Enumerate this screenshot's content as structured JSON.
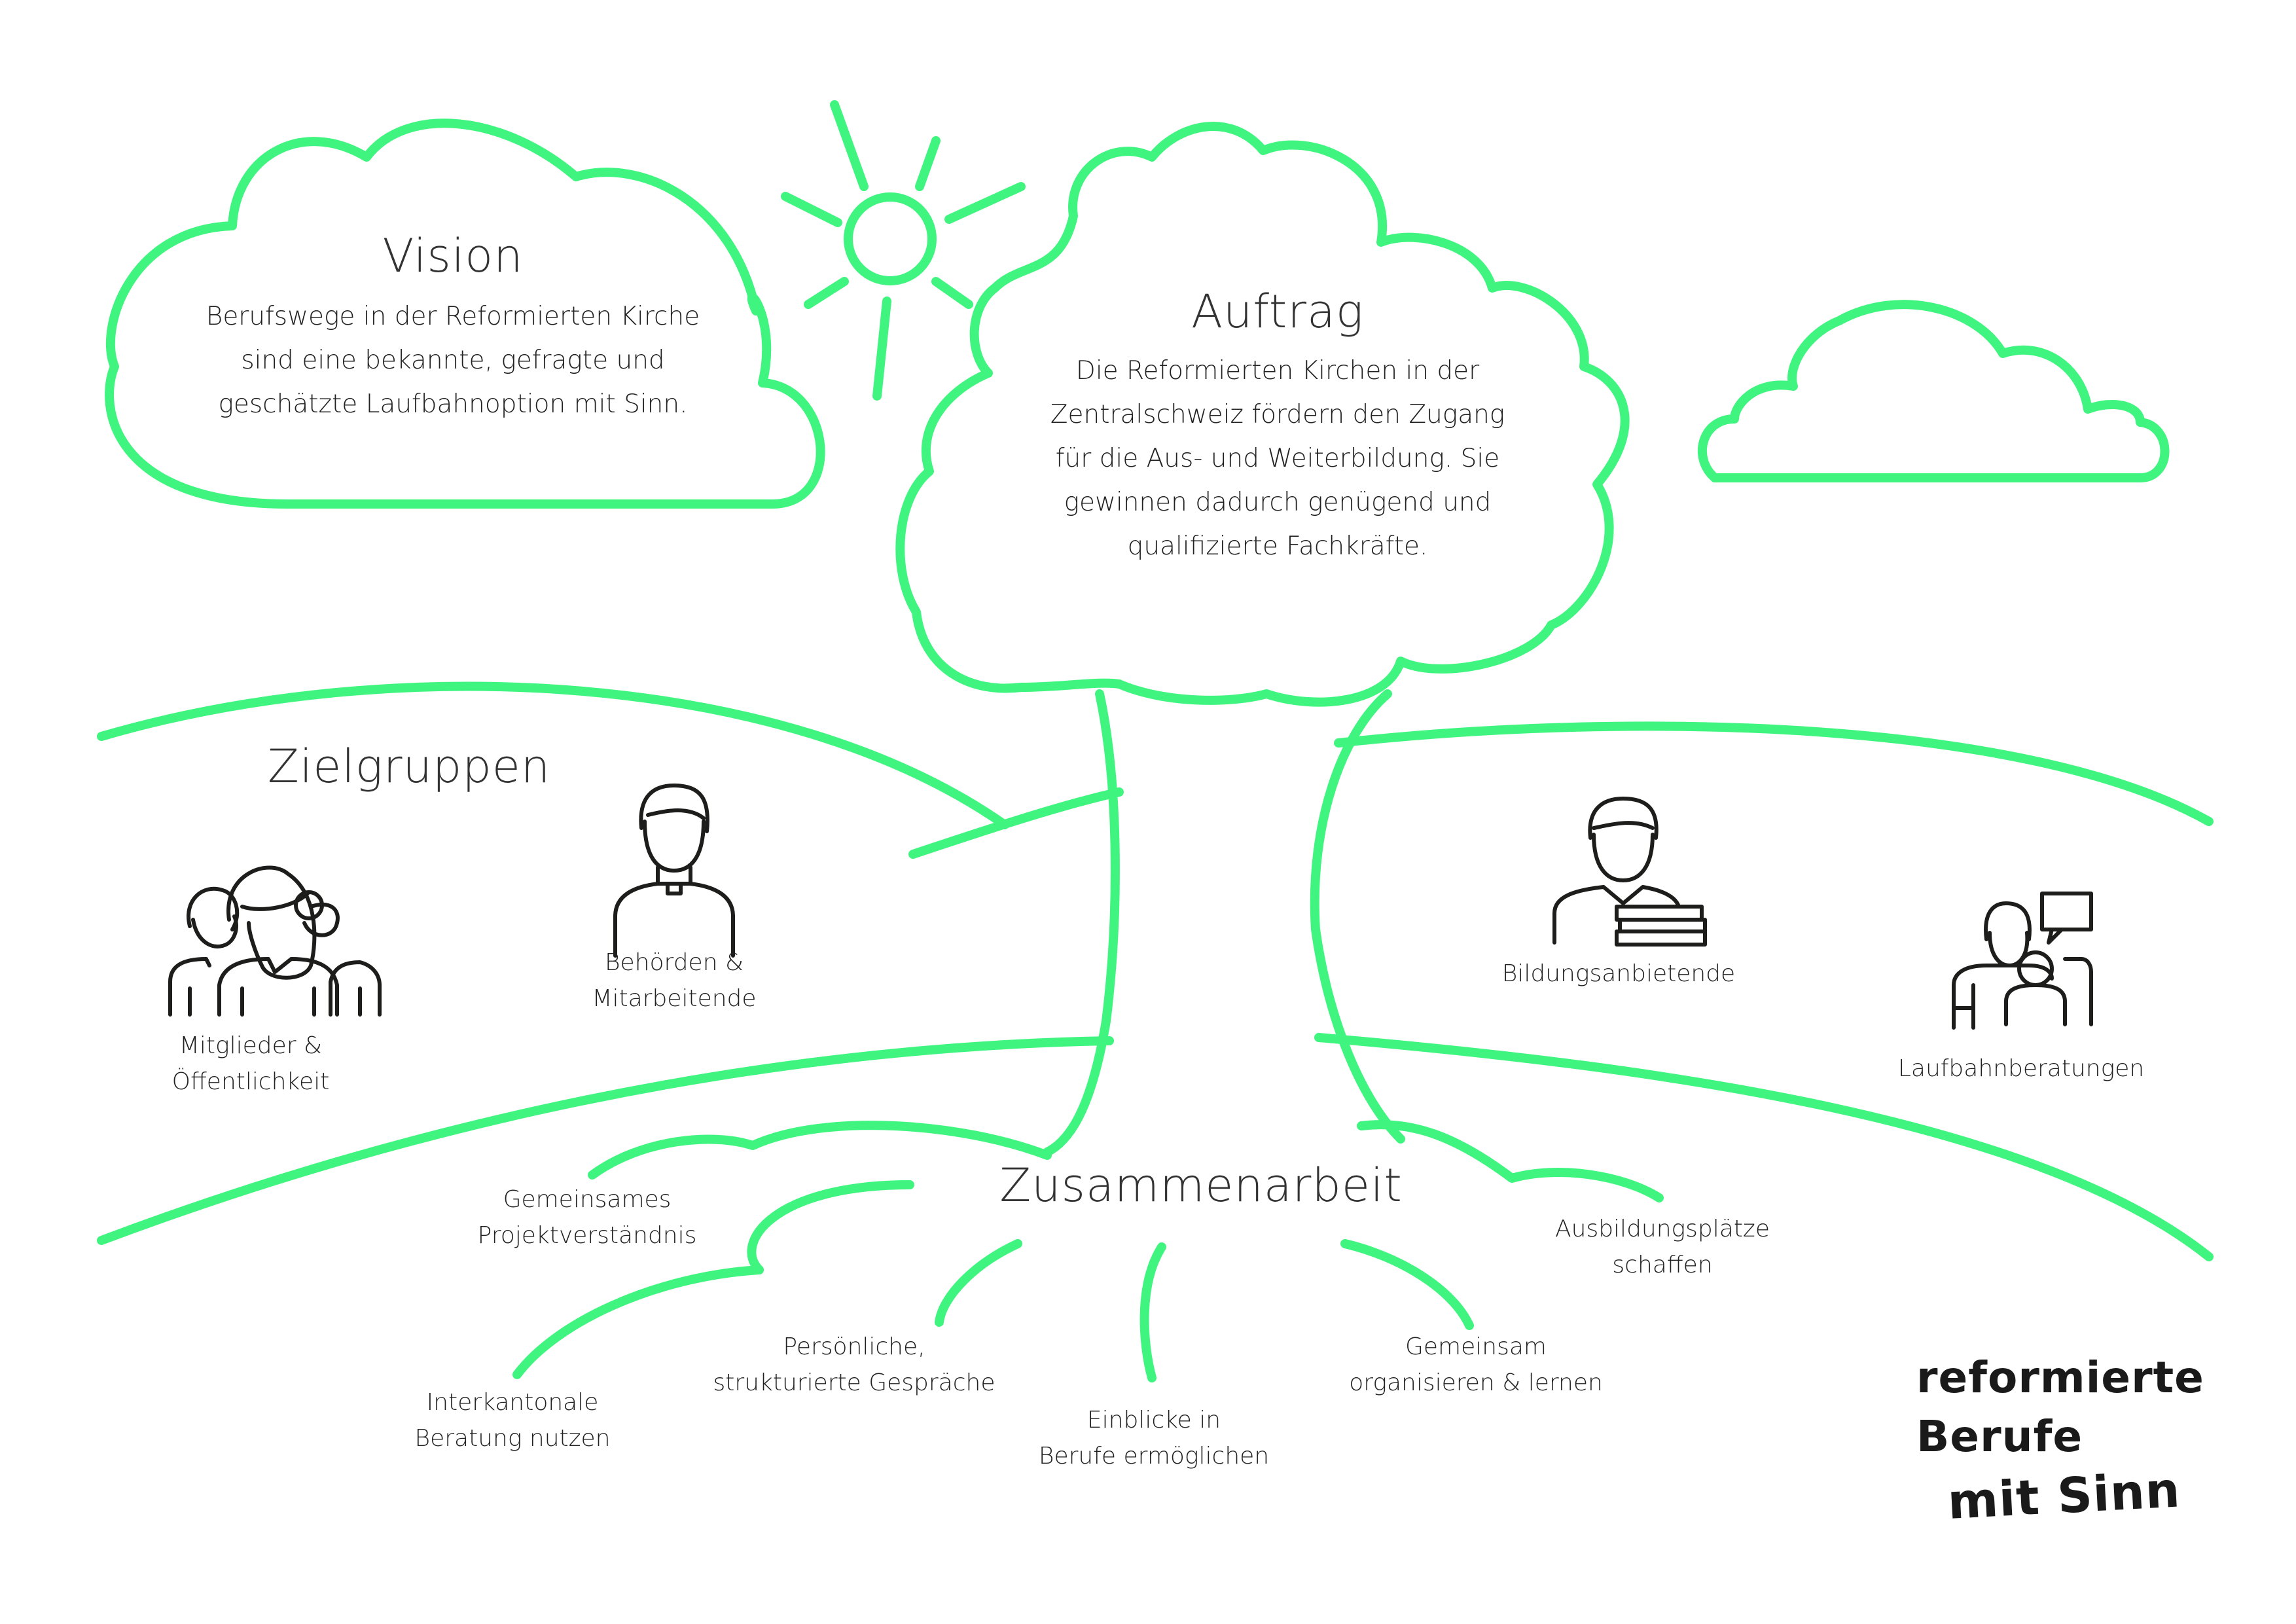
{
  "vision": {
    "title": "Vision",
    "text": [
      "Berufswege in der Reformierten Kirche",
      "sind eine bekannte, gefragte und",
      "geschätzte Laufbahnoption mit Sinn."
    ]
  },
  "auftrag": {
    "title": "Auftrag",
    "text": [
      "Die Reformierten Kirchen in der",
      "Zentralschweiz fördern den Zugang",
      "für die Aus- und Weiterbildung. Sie",
      "gewinnen dadurch genügend und",
      "qualifizierte Fachkräfte."
    ]
  },
  "zielgruppen": {
    "title": "Zielgruppen",
    "groups": [
      {
        "icon": "group-icon",
        "label": [
          "Mitglieder &",
          "Öffentlichkeit"
        ]
      },
      {
        "icon": "official-person-icon",
        "label": [
          "Behörden &",
          "Mitarbeitende"
        ]
      },
      {
        "icon": "teacher-books-icon",
        "label": [
          "Bildungsanbietende"
        ]
      },
      {
        "icon": "counseling-icon",
        "label": [
          "Laufbahnberatungen"
        ]
      }
    ]
  },
  "zusammenarbeit": {
    "title": "Zusammenarbeit",
    "roots": [
      {
        "label": [
          "Gemeinsames",
          "Projektverständnis"
        ]
      },
      {
        "label": [
          "Interkantonale",
          "Beratung nutzen"
        ]
      },
      {
        "label": [
          "Persönliche,",
          "strukturierte Gespräche"
        ]
      },
      {
        "label": [
          "Einblicke in",
          "Berufe ermöglichen"
        ]
      },
      {
        "label": [
          "Gemeinsam",
          "organisieren & lernen"
        ]
      },
      {
        "label": [
          "Ausbildungsplätze",
          "schaffen"
        ]
      }
    ]
  },
  "logo": {
    "line1": "reformierte",
    "line2": "Berufe",
    "line3": "mit Sinn"
  },
  "colors": {
    "accent": "#3ff57f",
    "text": "#1d1d1b"
  }
}
